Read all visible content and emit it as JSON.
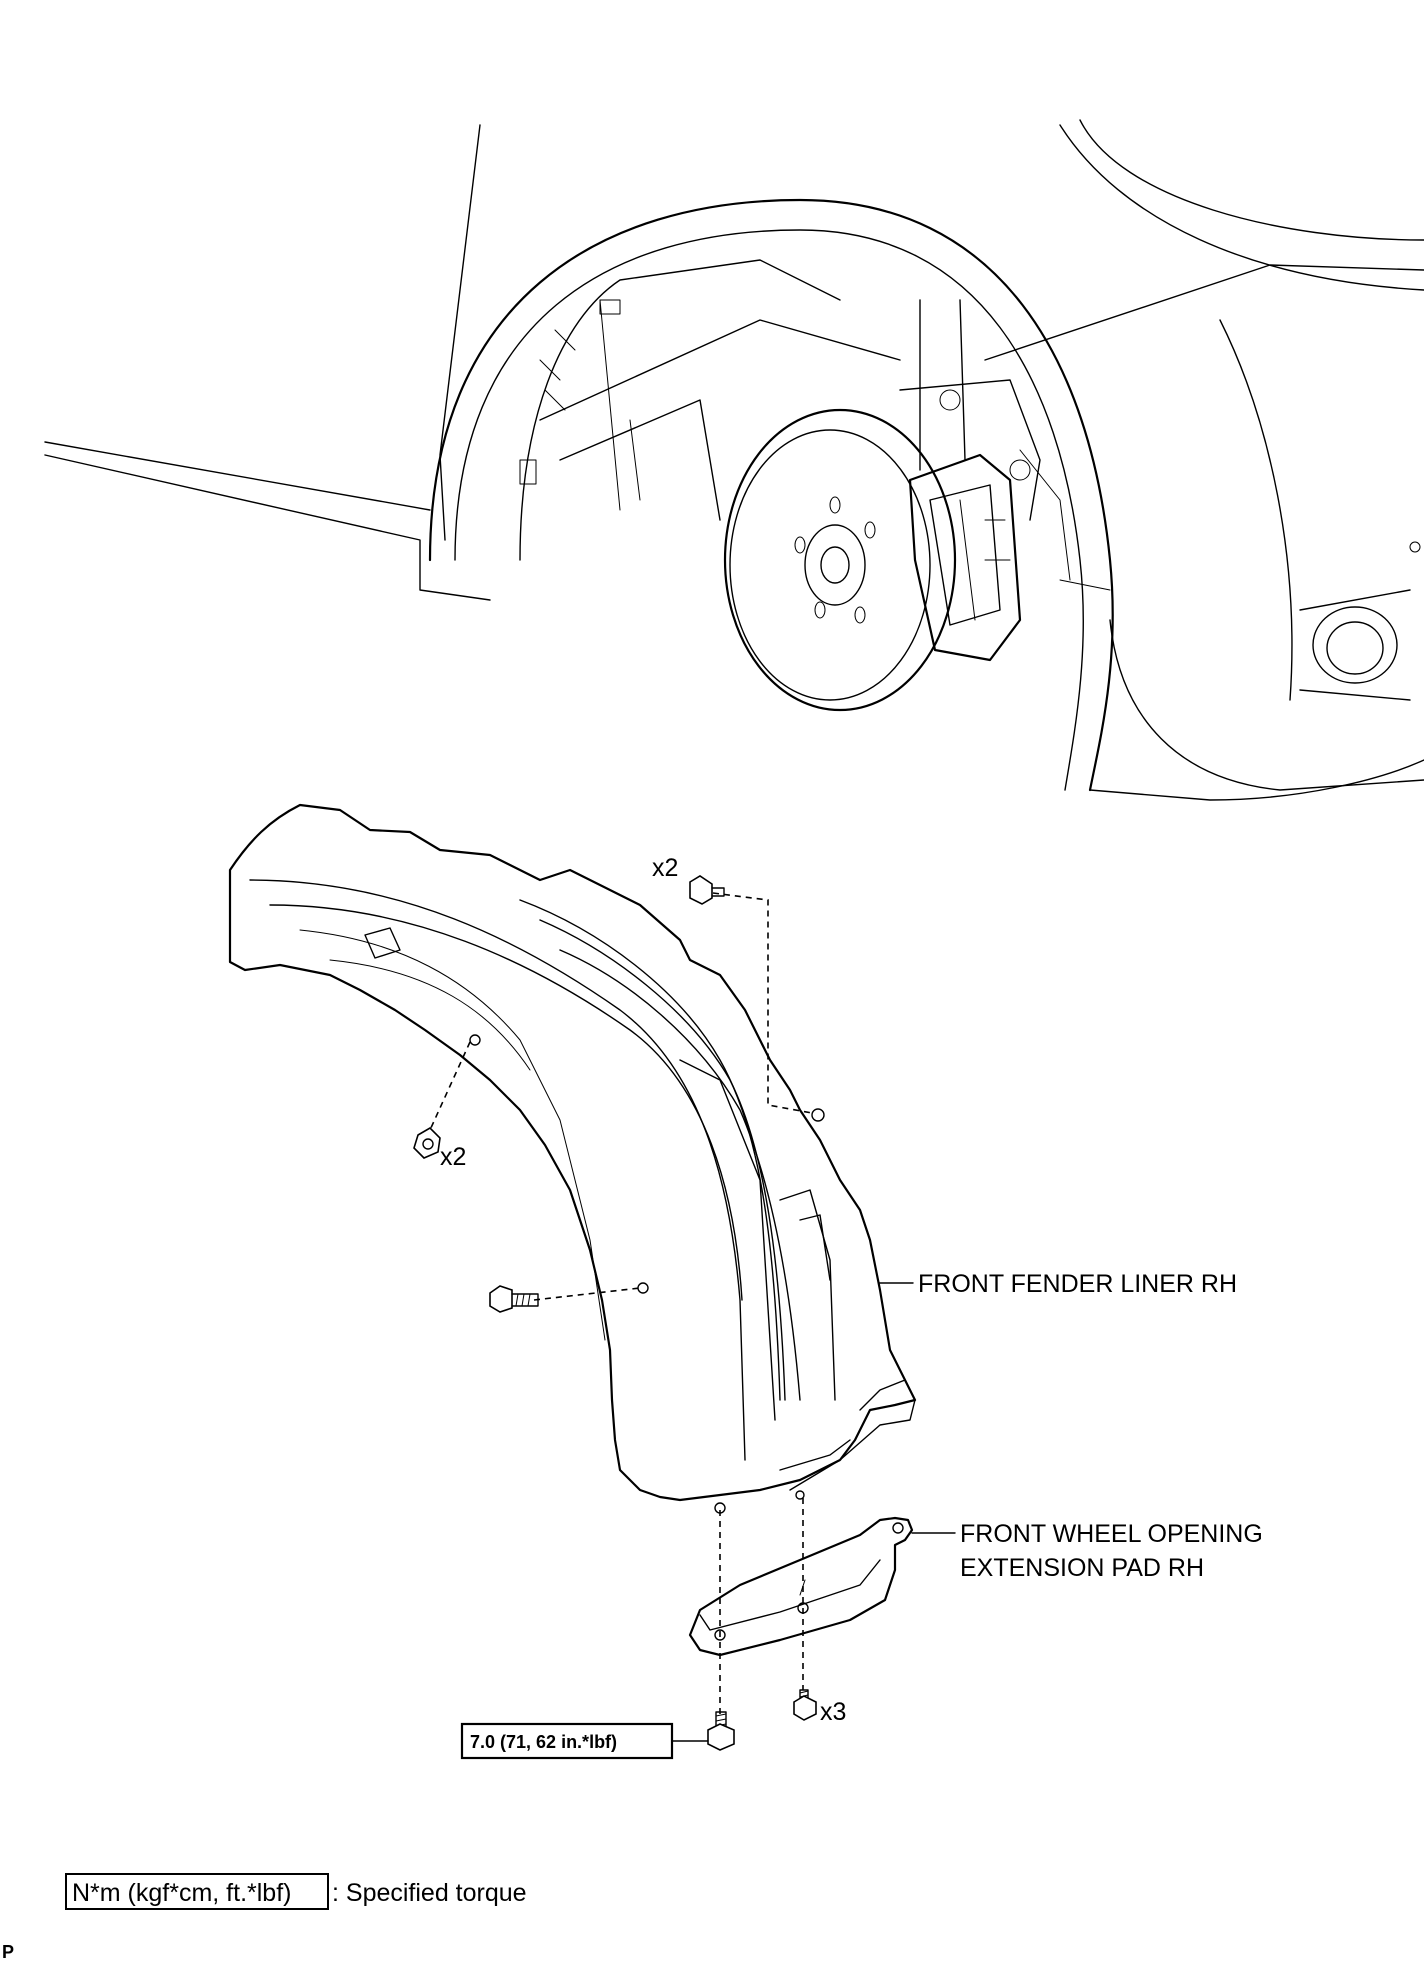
{
  "labels": {
    "fender_liner": "FRONT FENDER LINER RH",
    "extension_pad_line1": "FRONT WHEEL OPENING",
    "extension_pad_line2": "EXTENSION PAD RH"
  },
  "counts": {
    "upper_clip": "x2",
    "left_clip": "x2",
    "pad_screws": "x3"
  },
  "torque_spec": "7.0 (71, 62 in.*lbf)",
  "legend": {
    "box_text": "N*m (kgf*cm, ft.*lbf)",
    "description": ": Specified torque"
  },
  "corner_mark": "P"
}
